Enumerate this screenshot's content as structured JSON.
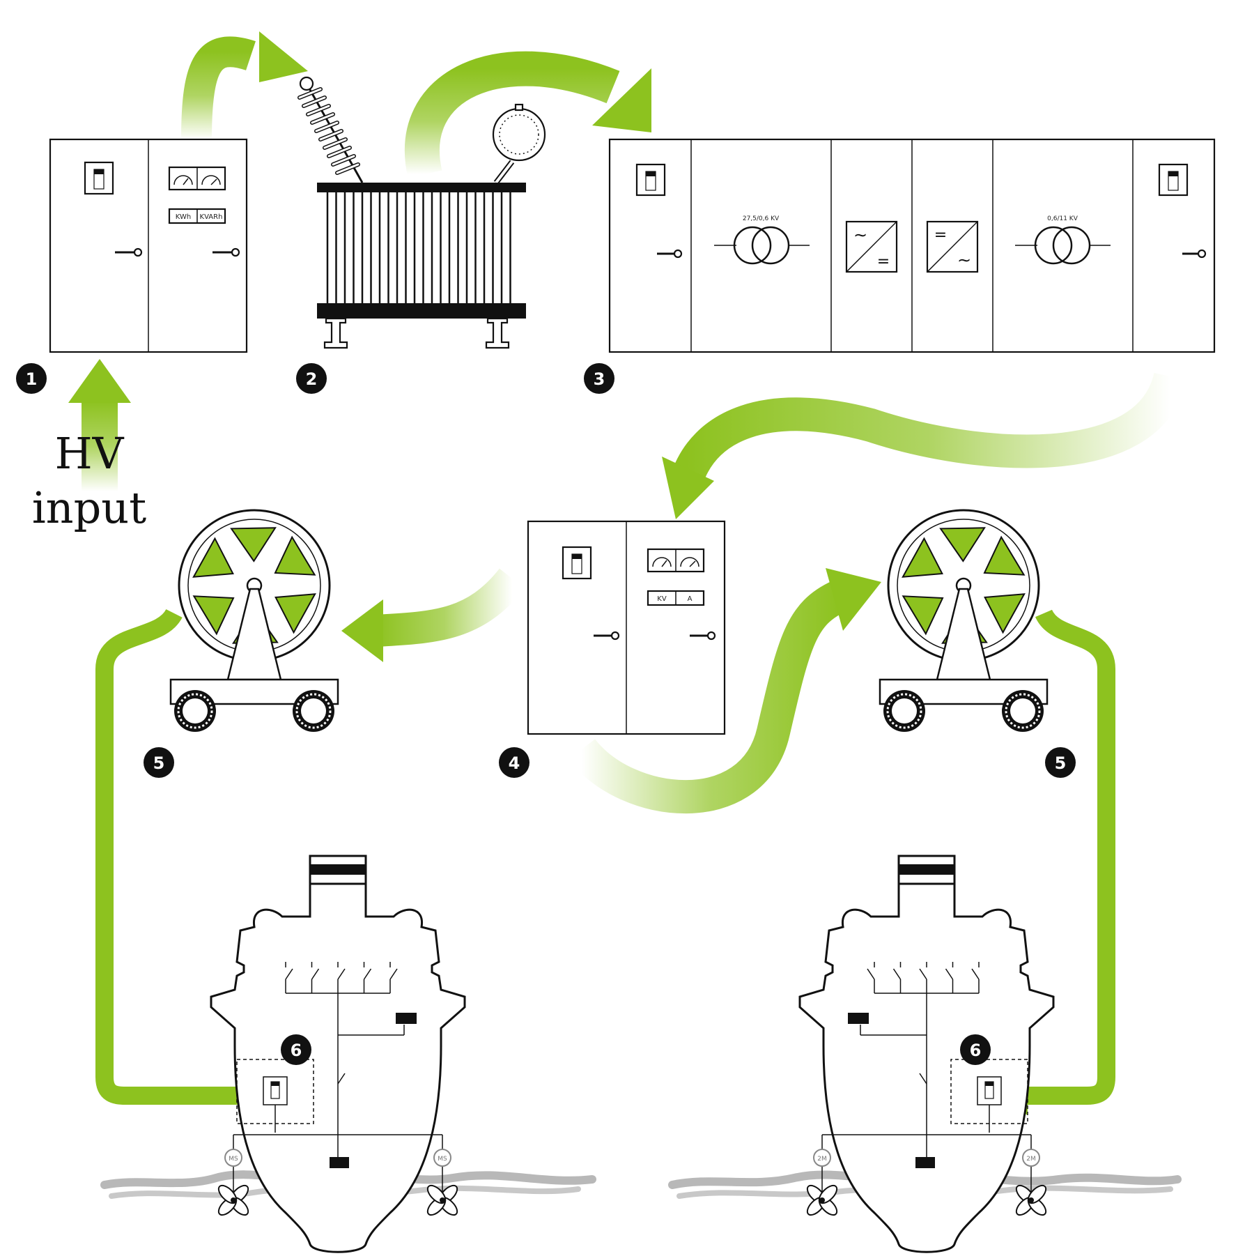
{
  "colors": {
    "arrow": "#8dc21f",
    "line": "#111111",
    "wave": "#b8b8b8"
  },
  "labels": {
    "hv": "HV",
    "input": "input"
  },
  "steps": [
    {
      "number": "1"
    },
    {
      "number": "2"
    },
    {
      "number": "3"
    },
    {
      "number": "4"
    },
    {
      "number": "5"
    },
    {
      "number": "5"
    },
    {
      "number": "6"
    },
    {
      "number": "6"
    }
  ],
  "panel1": {
    "meter_kwh": "KWh",
    "meter_kvarh": "KVARh"
  },
  "panel3": {
    "transformer1_rating": "27,5/0,6 KV",
    "transformer2_rating": "0,6/11 KV"
  },
  "panel4": {
    "meter_kv": "KV",
    "meter_a": "A"
  },
  "ship_left": {
    "motor_left": "MS",
    "motor_right": "MS"
  },
  "ship_right": {
    "motor_left": "2M",
    "motor_right": "2M"
  }
}
